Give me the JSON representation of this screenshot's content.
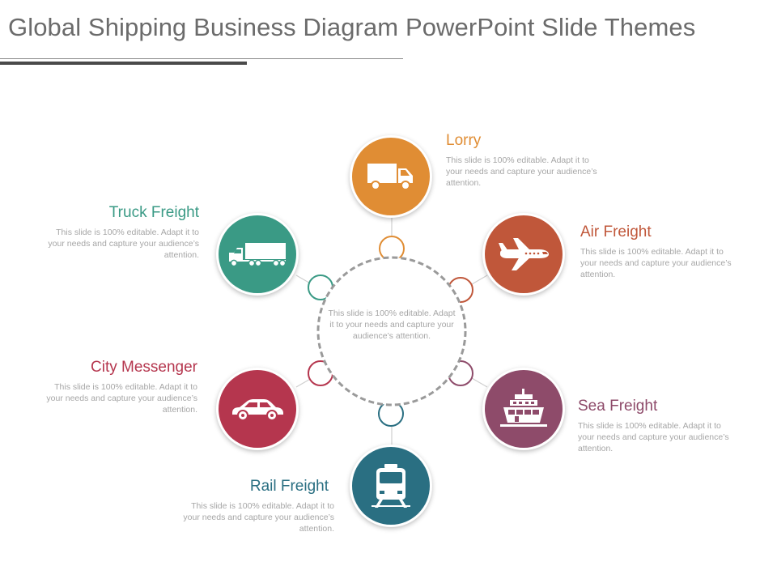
{
  "slide": {
    "title": "Global Shipping Business Diagram PowerPoint Slide Themes",
    "center_text": "This slide is 100% editable. Adapt it to your needs and capture your audience’s attention."
  },
  "nodes": [
    {
      "label": "Lorry",
      "description": "This slide is 100% editable. Adapt it to your needs and capture your audience’s attention.",
      "color": "#e08d34",
      "icon": "delivery-truck-icon"
    },
    {
      "label": "Air Freight",
      "description": "This slide is 100% editable. Adapt it to your needs and capture your audience’s attention.",
      "color": "#c0573a",
      "icon": "airplane-icon"
    },
    {
      "label": "Sea Freight",
      "description": "This slide is 100% editable. Adapt it to your needs and capture your audience’s attention.",
      "color": "#8e4b6a",
      "icon": "ship-icon"
    },
    {
      "label": "Rail Freight",
      "description": "This slide is 100% editable. Adapt it to your needs and capture your audience’s attention.",
      "color": "#2a6f82",
      "icon": "train-icon"
    },
    {
      "label": "City Messenger",
      "description": "This slide is 100% editable. Adapt it to your needs and capture your audience’s attention.",
      "color": "#b5364e",
      "icon": "car-icon"
    },
    {
      "label": "Truck Freight",
      "description": "This slide is 100% editable. Adapt it to your needs and capture your audience’s attention.",
      "color": "#3a9a85",
      "icon": "semi-truck-icon"
    }
  ],
  "colors": {
    "title": "#6b6b6b",
    "ring": "#9a9a9a",
    "spoke": "#cfcfcf",
    "description": "#a6a6a6"
  }
}
